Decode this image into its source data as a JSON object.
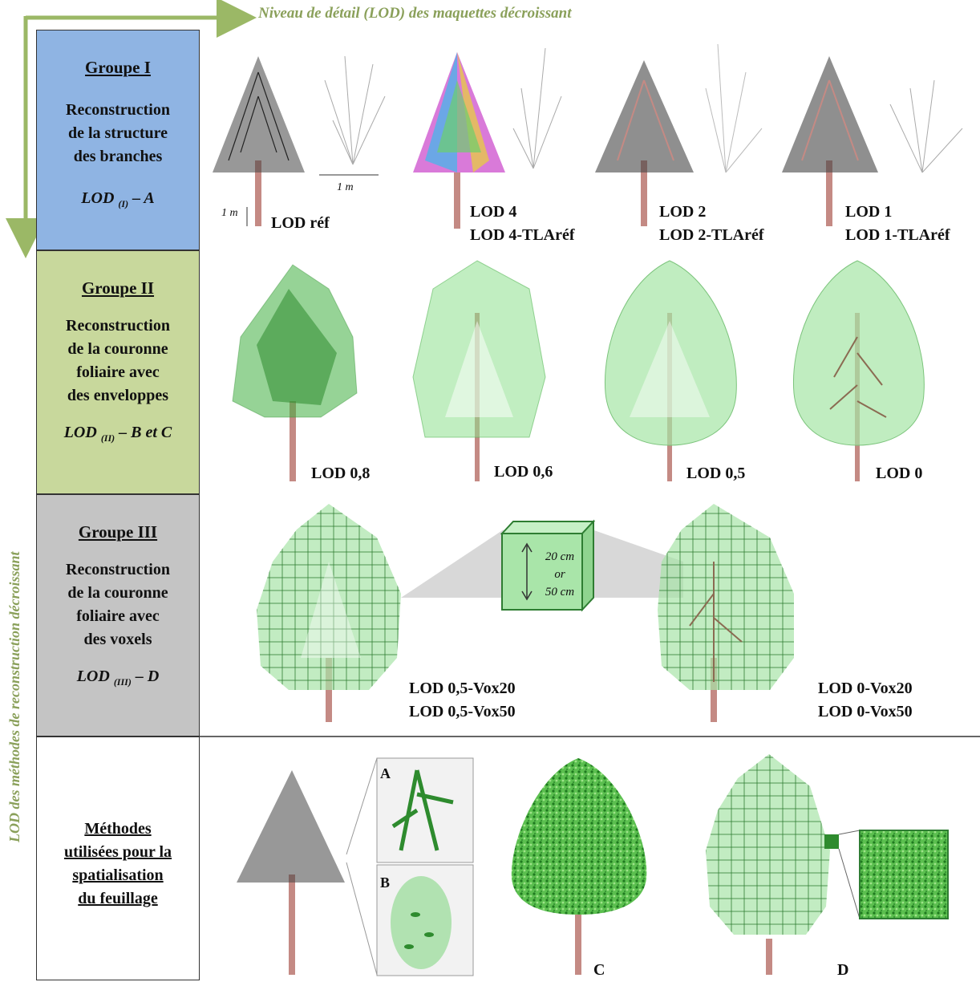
{
  "header": {
    "top_axis_label": "Niveau de détail (LOD) des maquettes décroissant",
    "side_axis_label": "LOD des méthodes de reconstruction décroissant"
  },
  "groups": [
    {
      "title": "Groupe I",
      "description": [
        "Reconstruction",
        "de la structure",
        "des branches"
      ],
      "lod_prefix": "LOD",
      "lod_sub": "(I)",
      "lod_suffix": " – A",
      "color": "#8fb4e3"
    },
    {
      "title": "Groupe II",
      "description": [
        "Reconstruction",
        "de la couronne",
        "foliaire avec",
        "des enveloppes"
      ],
      "lod_prefix": "LOD",
      "lod_sub": "(II)",
      "lod_suffix": " – B et C",
      "color": "#c8d89c"
    },
    {
      "title": "Groupe III",
      "description": [
        "Reconstruction",
        "de la couronne",
        "foliaire avec",
        "des voxels"
      ],
      "lod_prefix": "LOD",
      "lod_sub": "(III)",
      "lod_suffix": " – D",
      "color": "#c4c4c4"
    },
    {
      "title": "",
      "description": [
        "Méthodes",
        "utilisées pour la",
        "spatialisation",
        "du feuillage"
      ],
      "color": "#ffffff"
    }
  ],
  "row1": {
    "labels": [
      {
        "line1": "LOD réf",
        "line2": ""
      },
      {
        "line1": "LOD 4",
        "line2": "LOD 4-TLAréf"
      },
      {
        "line1": "LOD 2",
        "line2": "LOD 2-TLAréf"
      },
      {
        "line1": "LOD 1",
        "line2": "LOD 1-TLAréf"
      }
    ],
    "scale_horizontal": "1 m",
    "scale_vertical": "1 m"
  },
  "row2": {
    "labels": [
      "LOD 0,8",
      "LOD 0,6",
      "LOD 0,5",
      "LOD 0"
    ]
  },
  "row3": {
    "labels": [
      {
        "line1": "LOD 0,5-Vox20",
        "line2": "LOD 0,5-Vox50"
      },
      {
        "line1": "LOD 0-Vox20",
        "line2": "LOD 0-Vox50"
      }
    ],
    "voxel_size": {
      "line1": "20 cm",
      "line2": "or",
      "line3": "50 cm"
    }
  },
  "row4": {
    "inset_labels": [
      "A",
      "B"
    ],
    "labels": [
      "C",
      "D"
    ]
  },
  "colors": {
    "arrow": "#9bb866",
    "trunk": "#c48a84",
    "foliage": "#7ed37e",
    "voxel_edge": "#2e7d32"
  }
}
